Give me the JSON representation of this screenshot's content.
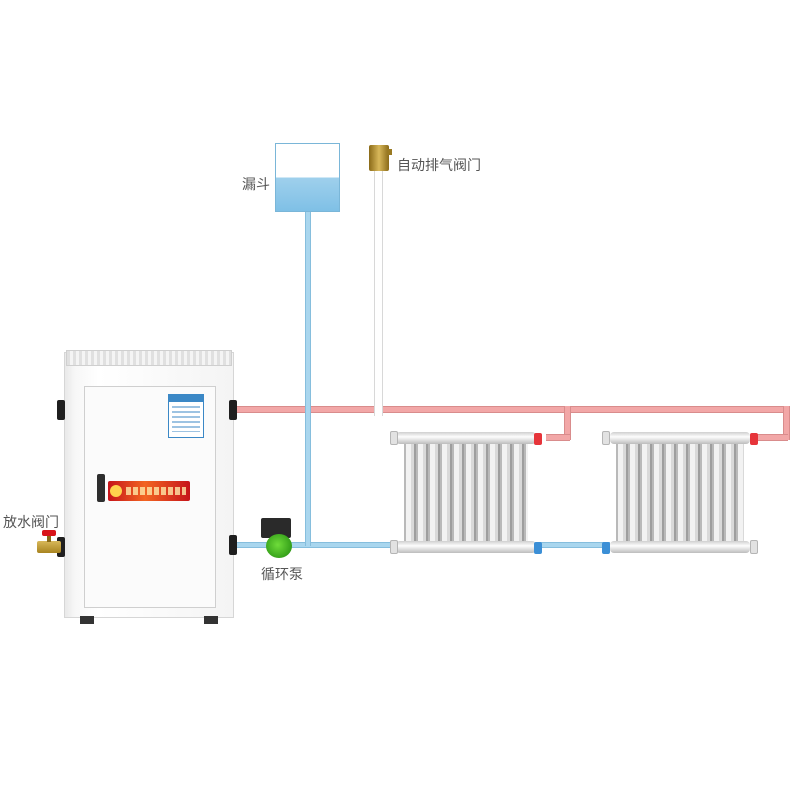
{
  "labels": {
    "funnel": "漏斗",
    "air_vent": "自动排气阀门",
    "drain_valve": "放水阀门",
    "pump": "循环泵"
  },
  "colors": {
    "hot_pipe": "#f2a7a7",
    "cold_pipe": "#a9d6ee",
    "pump": "#36a11a",
    "valve_handle": "#d8141a",
    "brass": "#d8b85a"
  },
  "icons": [
    "boiler-icon",
    "funnel-icon",
    "air-vent-valve-icon",
    "drain-valve-icon",
    "pump-icon",
    "radiator-icon"
  ]
}
